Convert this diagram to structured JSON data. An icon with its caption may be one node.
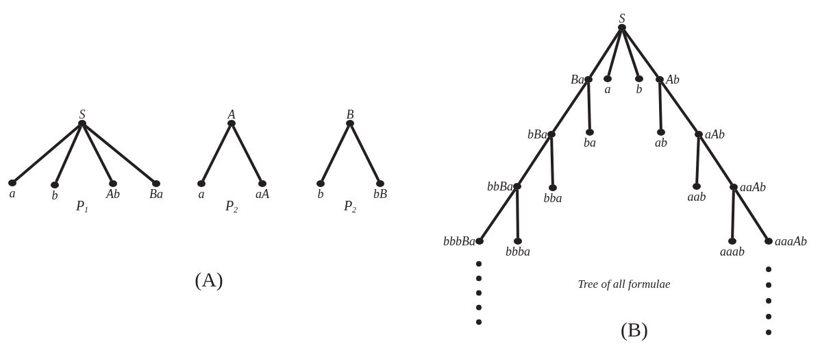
{
  "diagram": {
    "nodes": [
      {
        "text": [
          "S"
        ]
      },
      {
        "text": [
          "a"
        ]
      },
      {
        "text": [
          "b"
        ]
      },
      {
        "text": [
          "Ab"
        ]
      },
      {
        "text": [
          "Ba"
        ]
      },
      {
        "text": [
          "A"
        ]
      },
      {
        "text": [
          "a"
        ]
      },
      {
        "text": [
          "aA"
        ]
      },
      {
        "text": [
          "B"
        ]
      },
      {
        "text": [
          "b"
        ]
      },
      {
        "text": [
          "bB"
        ]
      },
      {
        "text": [
          "S"
        ]
      },
      {
        "text": [
          "Ba"
        ]
      },
      {
        "text": [
          "a"
        ]
      },
      {
        "text": [
          "b"
        ]
      },
      {
        "text": [
          "Ab"
        ]
      },
      {
        "text": [
          "bBa"
        ]
      },
      {
        "text": [
          "ba"
        ]
      },
      {
        "text": [
          "ab"
        ]
      },
      {
        "text": [
          "aAb"
        ]
      },
      {
        "text": [
          "bbBa"
        ]
      },
      {
        "text": [
          "bba"
        ]
      },
      {
        "text": [
          "aab"
        ]
      },
      {
        "text": [
          "aaAb"
        ]
      },
      {
        "text": [
          "bbbBa"
        ]
      },
      {
        "text": [
          "bbba"
        ]
      },
      {
        "text": [
          "aaab"
        ]
      },
      {
        "text": [
          "aaaAb"
        ]
      }
    ],
    "edges": [
      {
        "from": 0,
        "to": 1,
        "arrow": "none"
      },
      {
        "from": 0,
        "to": 2,
        "arrow": "none"
      },
      {
        "from": 0,
        "to": 3,
        "arrow": "none"
      },
      {
        "from": 0,
        "to": 4,
        "arrow": "none"
      },
      {
        "from": 5,
        "to": 6,
        "arrow": "none"
      },
      {
        "from": 5,
        "to": 7,
        "arrow": "none"
      },
      {
        "from": 8,
        "to": 9,
        "arrow": "none"
      },
      {
        "from": 8,
        "to": 10,
        "arrow": "none"
      },
      {
        "from": 11,
        "to": 12,
        "arrow": "none"
      },
      {
        "from": 11,
        "to": 13,
        "arrow": "none"
      },
      {
        "from": 11,
        "to": 14,
        "arrow": "none"
      },
      {
        "from": 11,
        "to": 15,
        "arrow": "none"
      },
      {
        "from": 12,
        "to": 16,
        "arrow": "none"
      },
      {
        "from": 12,
        "to": 17,
        "arrow": "none"
      },
      {
        "from": 15,
        "to": 18,
        "arrow": "none"
      },
      {
        "from": 15,
        "to": 19,
        "arrow": "none"
      },
      {
        "from": 16,
        "to": 20,
        "arrow": "none"
      },
      {
        "from": 16,
        "to": 21,
        "arrow": "none"
      },
      {
        "from": 19,
        "to": 22,
        "arrow": "none"
      },
      {
        "from": 19,
        "to": 23,
        "arrow": "none"
      },
      {
        "from": 20,
        "to": 24,
        "arrow": "none"
      },
      {
        "from": 20,
        "to": 25,
        "arrow": "none"
      },
      {
        "from": 23,
        "to": 26,
        "arrow": "none"
      },
      {
        "from": 23,
        "to": 27,
        "arrow": "none"
      }
    ],
    "labels": [
      "P$_{1}$",
      "P$_{2}$",
      "P$_{2}$",
      "(A)",
      "Tree of all formulae",
      "(B)"
    ]
  }
}
